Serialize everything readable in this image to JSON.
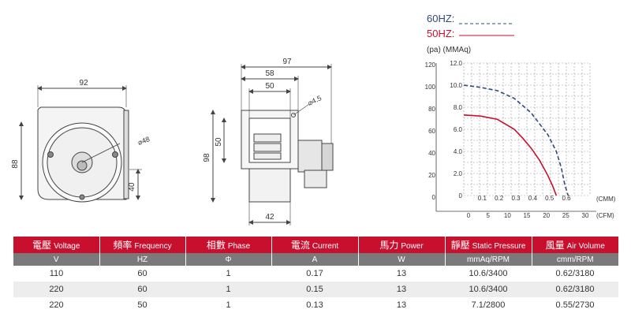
{
  "drawing_front": {
    "width": "92",
    "height": "88",
    "outlet": "40",
    "hole": "⌀48"
  },
  "drawing_side": {
    "total_width": "97",
    "width_58": "58",
    "width_50": "50",
    "height_98": "98",
    "height_50": "50",
    "bottom": "42",
    "hole": "⌀4.5"
  },
  "legend": {
    "line60": "60HZ:",
    "line50": "50HZ:",
    "units": "(pa) (MMAq)",
    "color60": "#2e4a7a",
    "color50": "#c8102e"
  },
  "chart_data": {
    "type": "line",
    "title": "",
    "y_pa_ticks": [
      "120",
      "100",
      "80",
      "60",
      "40",
      "20",
      "0"
    ],
    "y_mmaq_ticks": [
      "12.0",
      "10.0",
      "8.0",
      "6.0",
      "4.0",
      "2.0",
      "0"
    ],
    "x_cmm_ticks": [
      "0.1",
      "0.2",
      "0.3",
      "0.4",
      "0.5",
      "0.6"
    ],
    "x_cfm_ticks": [
      "0",
      "5",
      "10",
      "15",
      "20",
      "25",
      "30"
    ],
    "x_cmm_label": "(CMM)",
    "x_cfm_label": "(CFM)",
    "series": [
      {
        "name": "60HZ",
        "color": "#2e4a7a",
        "dashed": true,
        "x": [
          0,
          0.1,
          0.2,
          0.3,
          0.4,
          0.5,
          0.55,
          0.58,
          0.6,
          0.62
        ],
        "y": [
          10.0,
          9.8,
          9.5,
          8.8,
          7.5,
          5.5,
          4.0,
          2.5,
          1.0,
          0
        ]
      },
      {
        "name": "50HZ",
        "color": "#c8102e",
        "dashed": false,
        "x": [
          0,
          0.1,
          0.2,
          0.3,
          0.35,
          0.4,
          0.45,
          0.5,
          0.53,
          0.55
        ],
        "y": [
          7.3,
          7.2,
          6.9,
          6.0,
          5.2,
          4.3,
          3.2,
          1.8,
          0.8,
          0
        ]
      }
    ],
    "xlim": [
      0,
      0.75
    ],
    "ylim": [
      0,
      12
    ],
    "grid": true
  },
  "table": {
    "headers": [
      {
        "cjk": "電壓",
        "en": "Voltage"
      },
      {
        "cjk": "頻率",
        "en": "Frequency"
      },
      {
        "cjk": "相數",
        "en": "Phase"
      },
      {
        "cjk": "電流",
        "en": "Current"
      },
      {
        "cjk": "馬力",
        "en": "Power"
      },
      {
        "cjk": "靜壓",
        "en": "Static Pressure"
      },
      {
        "cjk": "風量",
        "en": "Air Volume"
      }
    ],
    "units": [
      "V",
      "HZ",
      "Φ",
      "A",
      "W",
      "mmAq/RPM",
      "cmm/RPM"
    ],
    "rows": [
      [
        "110",
        "60",
        "1",
        "0.17",
        "13",
        "10.6/3400",
        "0.62/3180"
      ],
      [
        "220",
        "60",
        "1",
        "0.15",
        "13",
        "10.6/3400",
        "0.62/3180"
      ],
      [
        "220",
        "50",
        "1",
        "0.13",
        "13",
        "7.1/2800",
        "0.55/2730"
      ]
    ]
  }
}
